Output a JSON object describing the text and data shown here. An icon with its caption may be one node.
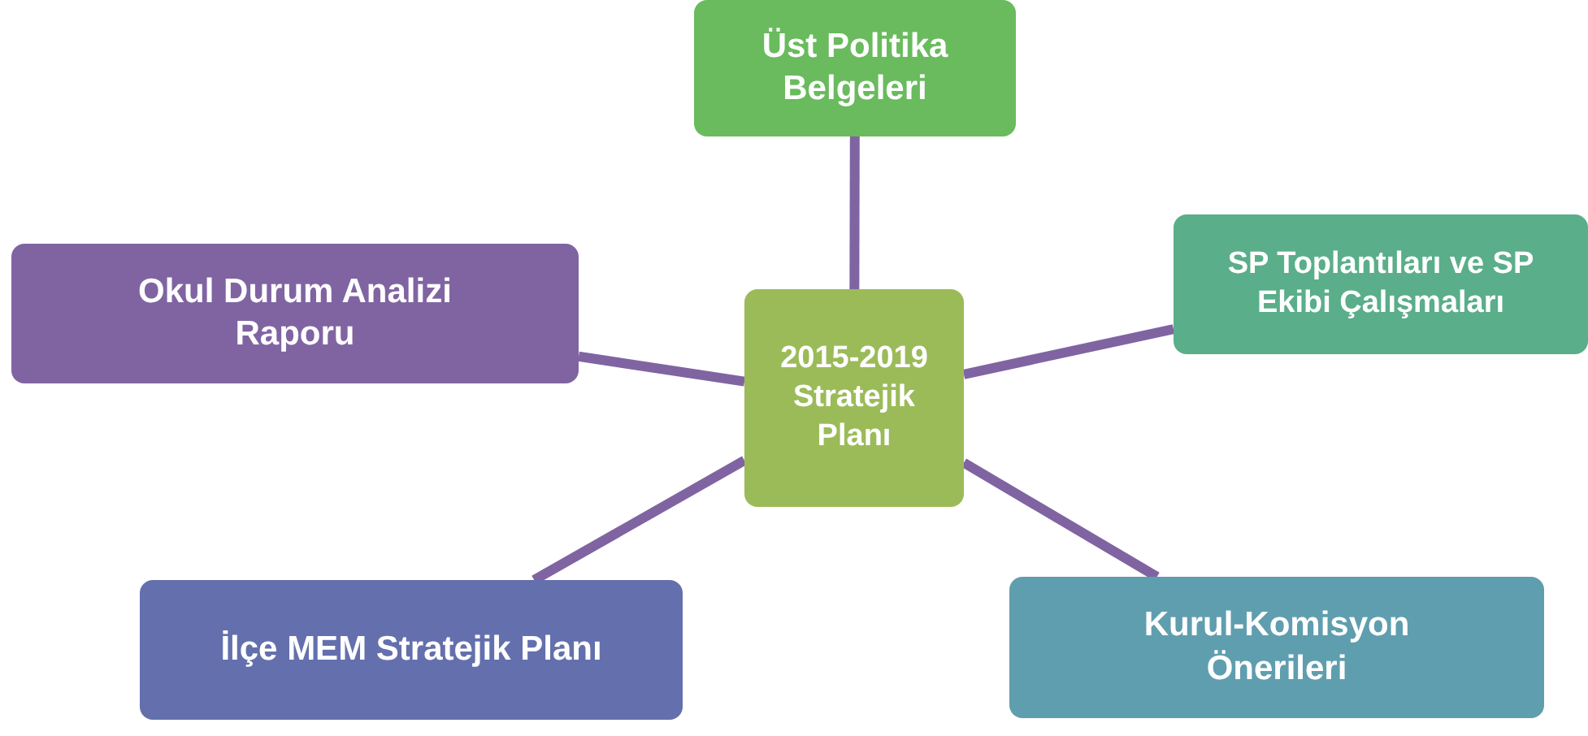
{
  "diagram": {
    "nodes": [
      {
        "text": [
          "Üst Politika Belgeleri"
        ]
      },
      {
        "text": [
          "Okul Durum Analizi Raporu"
        ]
      },
      {
        "text": [
          "SP Toplantıları ve SP Ekibi Çalışmaları"
        ]
      },
      {
        "text": [
          "2015-2019 Stratejik Planı"
        ]
      },
      {
        "text": [
          "İlçe MEM Stratejik Planı"
        ]
      },
      {
        "text": [
          "Kurul-Komisyon Önerileri"
        ]
      }
    ],
    "edges": [
      {
        "from": 3,
        "to": 0,
        "arrow": "none"
      },
      {
        "from": 3,
        "to": 1,
        "arrow": "none"
      },
      {
        "from": 3,
        "to": 2,
        "arrow": "none"
      },
      {
        "from": 3,
        "to": 4,
        "arrow": "none"
      },
      {
        "from": 3,
        "to": 5,
        "arrow": "none"
      }
    ]
  }
}
